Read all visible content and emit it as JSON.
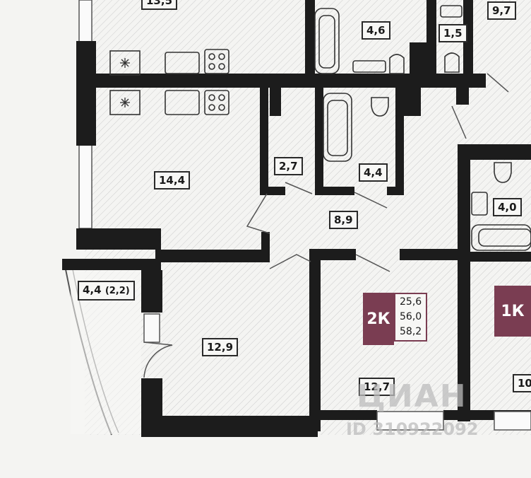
{
  "rooms": [
    {
      "id": "top-room",
      "label": "13,5"
    },
    {
      "id": "bath-top",
      "label": "4,6"
    },
    {
      "id": "wc-top",
      "label": "1,5"
    },
    {
      "id": "room-top-right",
      "label": "9,7"
    },
    {
      "id": "kitchen",
      "label": "14,4"
    },
    {
      "id": "storage",
      "label": "2,7"
    },
    {
      "id": "bath",
      "label": "4,4"
    },
    {
      "id": "hall",
      "label": "8,9"
    },
    {
      "id": "bath-right",
      "label": "4,0"
    },
    {
      "id": "balcony",
      "label": "4,4",
      "sub": "(2,2)"
    },
    {
      "id": "bedroom",
      "label": "12,9"
    },
    {
      "id": "living",
      "label": "12,7"
    },
    {
      "id": "room-bottom-right",
      "label": "10"
    }
  ],
  "apartment": {
    "type": "2К",
    "living_area": "25,6",
    "total_area": "56,0",
    "total_with_balcony": "58,2"
  },
  "neighbor": {
    "type": "1К"
  },
  "watermark": {
    "brand": "ЦИАН",
    "id_text": "ID 310922092"
  },
  "colors": {
    "wall": "#1c1c1c",
    "accent": "#7a3d52",
    "floor": "#f4f4f2",
    "hatch": "#c9c9c9"
  }
}
